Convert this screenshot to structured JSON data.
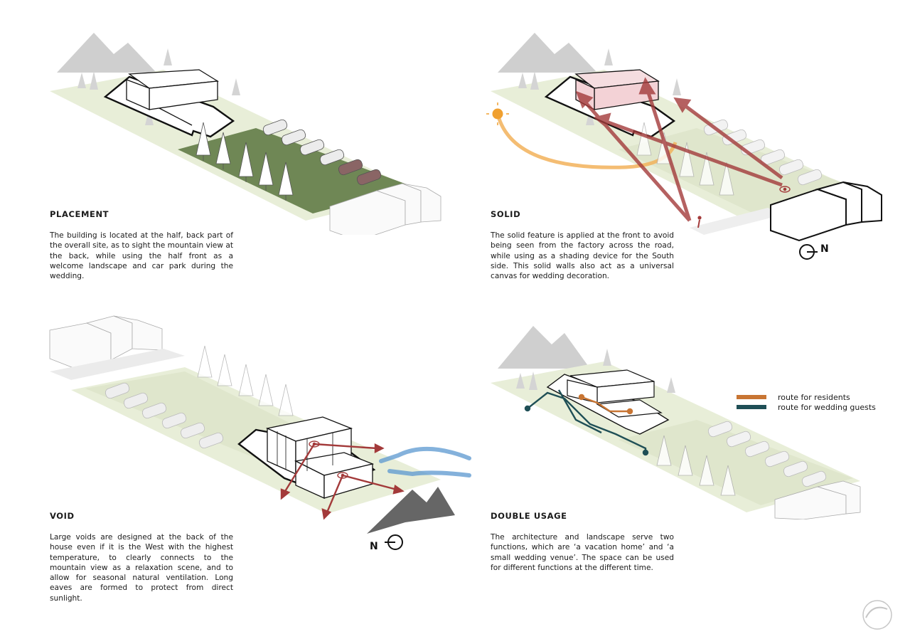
{
  "panels": {
    "placement": {
      "title": "PLACEMENT",
      "body": "The building is located at the half, back part of the overall site, as to sight the mountain view at the back, while using the half front as a welcome landscape and car park during the wedding."
    },
    "solid": {
      "title": "SOLID",
      "body": "The solid feature is applied at the front to avoid being seen from the factory across the road, while using as a shading device for the South side. This solid walls also act as a universal canvas for wedding decoration.",
      "north_label": "N"
    },
    "void": {
      "title": "VOID",
      "body": "Large voids are designed at the back of the house even if it is the West with the highest temperature, to clearly connects to the mountain view as a relaxation scene, and to allow for seasonal natural ventilation. Long eaves are formed to protect from direct sunlight.",
      "north_label": "N"
    },
    "double_usage": {
      "title": "DOUBLE USAGE",
      "body": "The architecture and landscape serve two functions, which are ‘a vacation home’ and ‘a small wedding venue’. The space can be used for different functions at the different time."
    }
  },
  "legend": {
    "residents": {
      "label": "route for residents",
      "color": "#c87533"
    },
    "guests": {
      "label": "route for wedding guests",
      "color": "#1f4f56"
    }
  },
  "colors": {
    "site_light": "#e6ecd6",
    "site_dark": "#6a8250",
    "mountain": "#c8c8c8",
    "arrow_red": "#a33a3a",
    "sun_orange": "#f0a030",
    "wind_blue": "#4a8cc8",
    "solid_pink": "#f3d2d6"
  }
}
